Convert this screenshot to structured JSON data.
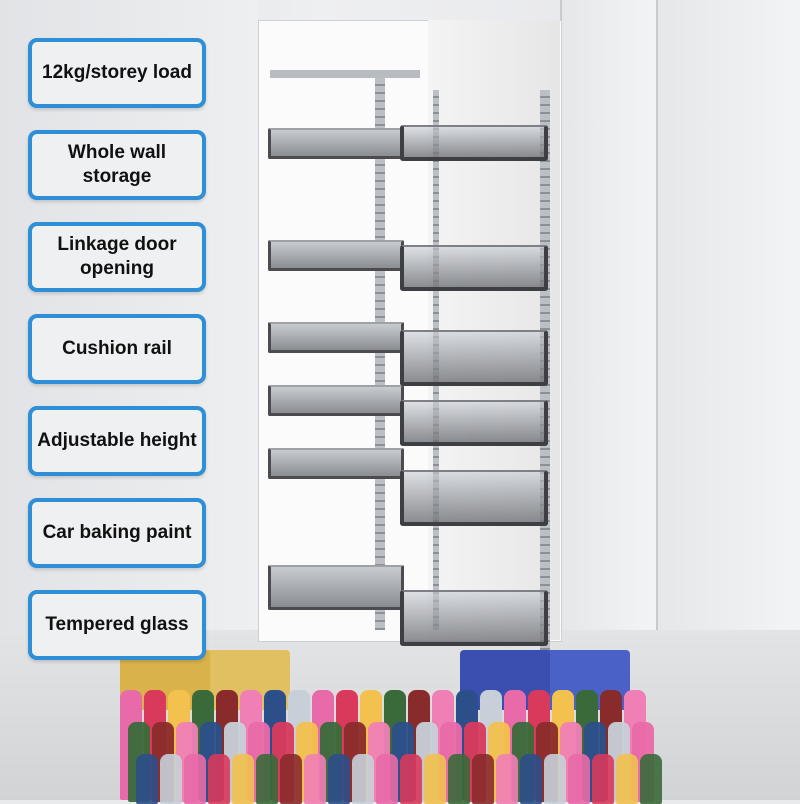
{
  "features": [
    {
      "label": "12kg/storey load"
    },
    {
      "label": "Whole wall storage"
    },
    {
      "label": "Linkage door opening"
    },
    {
      "label": "Cushion rail"
    },
    {
      "label": "Adjustable height"
    },
    {
      "label": "Car baking paint"
    },
    {
      "label": "Tempered glass"
    }
  ],
  "colors": {
    "label_border": "#2f8fd6",
    "rack_frame": "#3e3f43"
  }
}
